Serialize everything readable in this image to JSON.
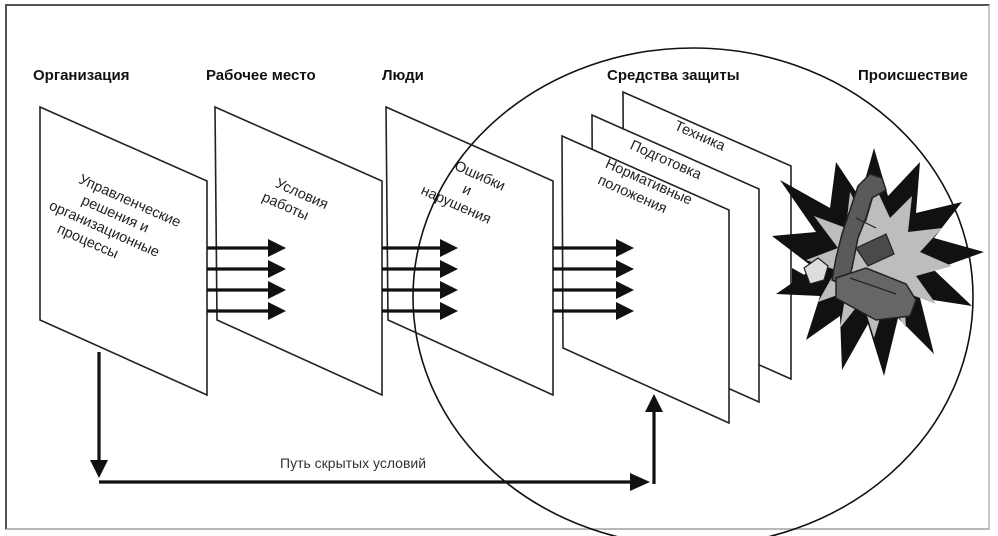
{
  "stages": [
    {
      "id": "organization",
      "header": "Организация",
      "panel_lines": [
        "Управленческие",
        "решения и",
        "организационные",
        "процессы"
      ]
    },
    {
      "id": "workplace",
      "header": "Рабочее место",
      "panel_lines": [
        "Условия",
        "работы"
      ]
    },
    {
      "id": "people",
      "header": "Люди",
      "panel_lines": [
        "Ошибки",
        "и",
        "нарушения"
      ]
    },
    {
      "id": "defenses",
      "header": "Средства защиты",
      "layers": [
        {
          "id": "regulations",
          "lines": [
            "Нормативные",
            "положения"
          ]
        },
        {
          "id": "training",
          "lines": [
            "Подготовка"
          ]
        },
        {
          "id": "technology",
          "lines": [
            "Техника"
          ]
        }
      ]
    },
    {
      "id": "accident",
      "header": "Происшествие",
      "icon": "explosion-falling-person-icon"
    }
  ],
  "latent_path": {
    "label": "Путь скрытых условий"
  },
  "colors": {
    "line": "#111111",
    "panel_fill": "#ffffff",
    "star_outer": "#111111",
    "star_inner": "#bdbdbd",
    "figure": "#555555"
  }
}
